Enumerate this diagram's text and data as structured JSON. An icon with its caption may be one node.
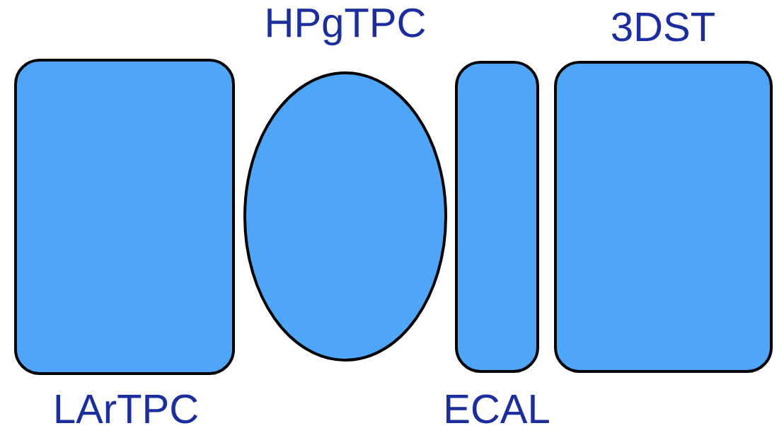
{
  "diagram": {
    "nodes": [
      {
        "text": [
          "LArTPC"
        ]
      },
      {
        "text": [
          "HPgTPC"
        ]
      },
      {
        "text": [
          "ECAL"
        ]
      },
      {
        "text": [
          "3DST"
        ]
      }
    ]
  }
}
